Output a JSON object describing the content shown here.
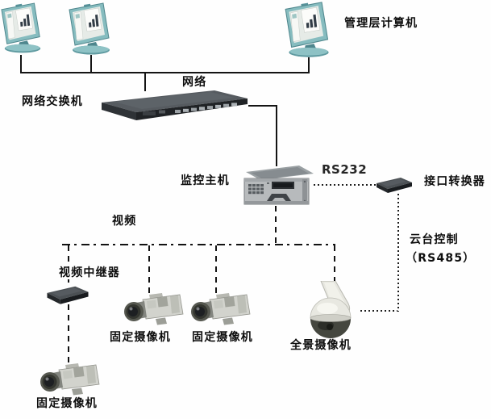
{
  "diagram_type": "cctv-network-topology",
  "colors": {
    "background": "#fefefe",
    "line": "#141414",
    "label_text": "#0d0d0d",
    "monitor_teal": "#86bcbf",
    "device_dark": "#24272a",
    "device_gray": "#b7babc",
    "camera_body": "#d2d3cd",
    "dome_white": "#e8e8e1"
  },
  "labels": {
    "mgmt_computers": "管理层计算机",
    "network": "网络",
    "network_switch": "网络交换机",
    "monitoring_host": "监控主机",
    "rs232": "RS232",
    "interface_converter": "接口转换器",
    "video": "视频",
    "ptz_control": "云台控制",
    "rs485": "（RS485）",
    "video_repeater": "视频中继器",
    "fixed_camera_1": "固定摄像机",
    "fixed_camera_2": "固定摄像机",
    "fixed_camera_3": "固定摄像机",
    "panoramic_camera": "全景摄像机"
  },
  "nodes": [
    {
      "id": "computer-1",
      "type": "management-computer"
    },
    {
      "id": "computer-2",
      "type": "management-computer"
    },
    {
      "id": "computer-3",
      "type": "management-computer",
      "label": "管理层计算机"
    },
    {
      "id": "network-switch",
      "type": "ethernet-switch",
      "label": "网络交换机"
    },
    {
      "id": "monitoring-host",
      "type": "industrial-pc",
      "label": "监控主机"
    },
    {
      "id": "interface-converter",
      "type": "serial-converter",
      "label": "接口转换器"
    },
    {
      "id": "video-repeater",
      "type": "video-repeater",
      "label": "视频中继器"
    },
    {
      "id": "fixed-camera-1",
      "type": "box-camera",
      "label": "固定摄像机"
    },
    {
      "id": "fixed-camera-2",
      "type": "box-camera",
      "label": "固定摄像机"
    },
    {
      "id": "fixed-camera-3",
      "type": "box-camera",
      "label": "固定摄像机"
    },
    {
      "id": "panoramic-camera",
      "type": "ptz-dome-camera",
      "label": "全景摄像机"
    }
  ],
  "connections": [
    {
      "from": "computer-1",
      "to": "network-switch",
      "style": "solid",
      "label": "网络"
    },
    {
      "from": "computer-2",
      "to": "network-switch",
      "style": "solid"
    },
    {
      "from": "computer-3",
      "to": "network-switch",
      "style": "solid"
    },
    {
      "from": "network-switch",
      "to": "monitoring-host",
      "style": "solid"
    },
    {
      "from": "monitoring-host",
      "to": "interface-converter",
      "style": "dotted",
      "label": "RS232"
    },
    {
      "from": "interface-converter",
      "to": "panoramic-camera",
      "style": "dotted",
      "label": "云台控制（RS485）"
    },
    {
      "from": "monitoring-host",
      "to": "video-bus",
      "style": "dashed",
      "label": "视频"
    },
    {
      "from": "video-bus",
      "to": "video-repeater",
      "style": "dashed"
    },
    {
      "from": "video-bus",
      "to": "fixed-camera-1",
      "style": "dashed"
    },
    {
      "from": "video-bus",
      "to": "fixed-camera-2",
      "style": "dashed"
    },
    {
      "from": "video-bus",
      "to": "panoramic-camera",
      "style": "dashed"
    },
    {
      "from": "video-repeater",
      "to": "fixed-camera-3",
      "style": "dashed"
    }
  ],
  "icons": {
    "management-computer": "teal-crt-monitor-with-bar-chart",
    "ethernet-switch": "dark-rack-switch-with-ports",
    "industrial-pc": "gray-rackmount-server",
    "serial-converter": "small-dark-box",
    "video-repeater": "small-dark-box",
    "box-camera": "gray-box-camera-with-lens",
    "ptz-dome-camera": "white-dome-camera-with-mount-arm"
  }
}
